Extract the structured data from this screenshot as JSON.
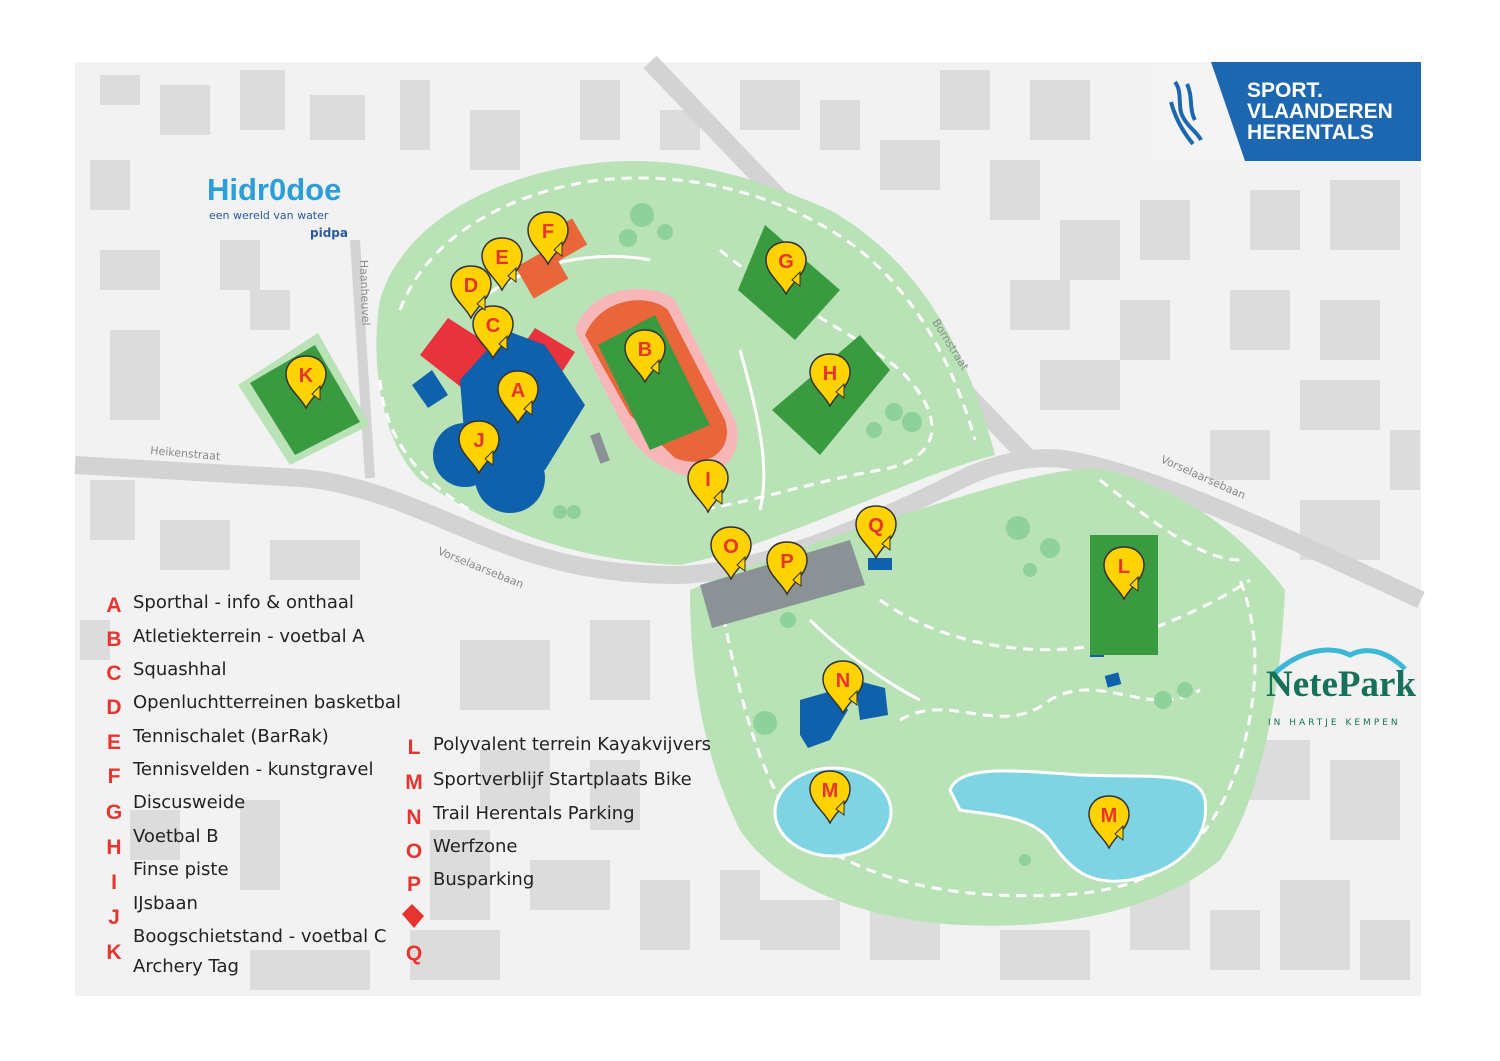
{
  "map": {
    "streets": {
      "haanheuvel": "Haanheuvel",
      "heikenstraat": "Heikenstraat",
      "vorselaarsebaan_west": "Vorselaarsebaan",
      "vorselaarsebaan_east": "Vorselaarsebaan",
      "bornstraat": "Bornstraat"
    },
    "markers": [
      "A",
      "B",
      "C",
      "D",
      "E",
      "F",
      "G",
      "H",
      "I",
      "J",
      "K",
      "L",
      "M",
      "M",
      "N",
      "O",
      "P",
      "Q"
    ],
    "colors": {
      "park_green": "#b9e3b7",
      "field_green": "#3a9a3f",
      "building_blue": "#0f61ab",
      "building_red": "#e8323c",
      "track_orange": "#e8663a",
      "water": "#7fd4e4",
      "marker_yellow": "#ffd200",
      "legend_red": "#e8342f"
    }
  },
  "logos": {
    "sport_line1": "SPORT.",
    "sport_line2": "VLAANDEREN",
    "sport_line3": "HERENTALS",
    "hidrodoe_title": "Hidr0doe",
    "hidrodoe_sub": "een wereld van water",
    "hidrodoe_pidpa": "pidpa",
    "netepark_title": "NetePark",
    "netepark_sub": "IN HARTJE KEMPEN"
  },
  "legend_left": [
    {
      "letter": "A",
      "text": "Sporthal - info & onthaal"
    },
    {
      "letter": "B",
      "text": "Atletiekterrein - voetbal A"
    },
    {
      "letter": "C",
      "text": "Squashhal"
    },
    {
      "letter": "D",
      "text": "Openluchtterreinen basketbal"
    },
    {
      "letter": "E",
      "text": "Tennischalet (BarRak)"
    },
    {
      "letter": "F",
      "text": "Tennisvelden - kunstgravel"
    },
    {
      "letter": "G",
      "text": "Discusweide"
    },
    {
      "letter": "H",
      "text": "Voetbal B"
    },
    {
      "letter": "I",
      "text": "Finse piste"
    },
    {
      "letter": "J",
      "text": "IJsbaan"
    },
    {
      "letter": "K",
      "text": "Boogschietstand - voetbal C"
    },
    {
      "letter": "",
      "text": "Archery Tag"
    }
  ],
  "legend_right": [
    {
      "letter": "L",
      "text": "Polyvalent  terrein  Kayakvijvers"
    },
    {
      "letter": "M",
      "text": "Sportverblijf   Startplaats   Bike"
    },
    {
      "letter": "N",
      "text": "Trail Herentals Parking"
    },
    {
      "letter": "O",
      "text": "Werfzone"
    },
    {
      "letter": "P",
      "text": "Busparking"
    },
    {
      "letter": "",
      "text": ""
    },
    {
      "letter": "Q",
      "text": ""
    }
  ]
}
